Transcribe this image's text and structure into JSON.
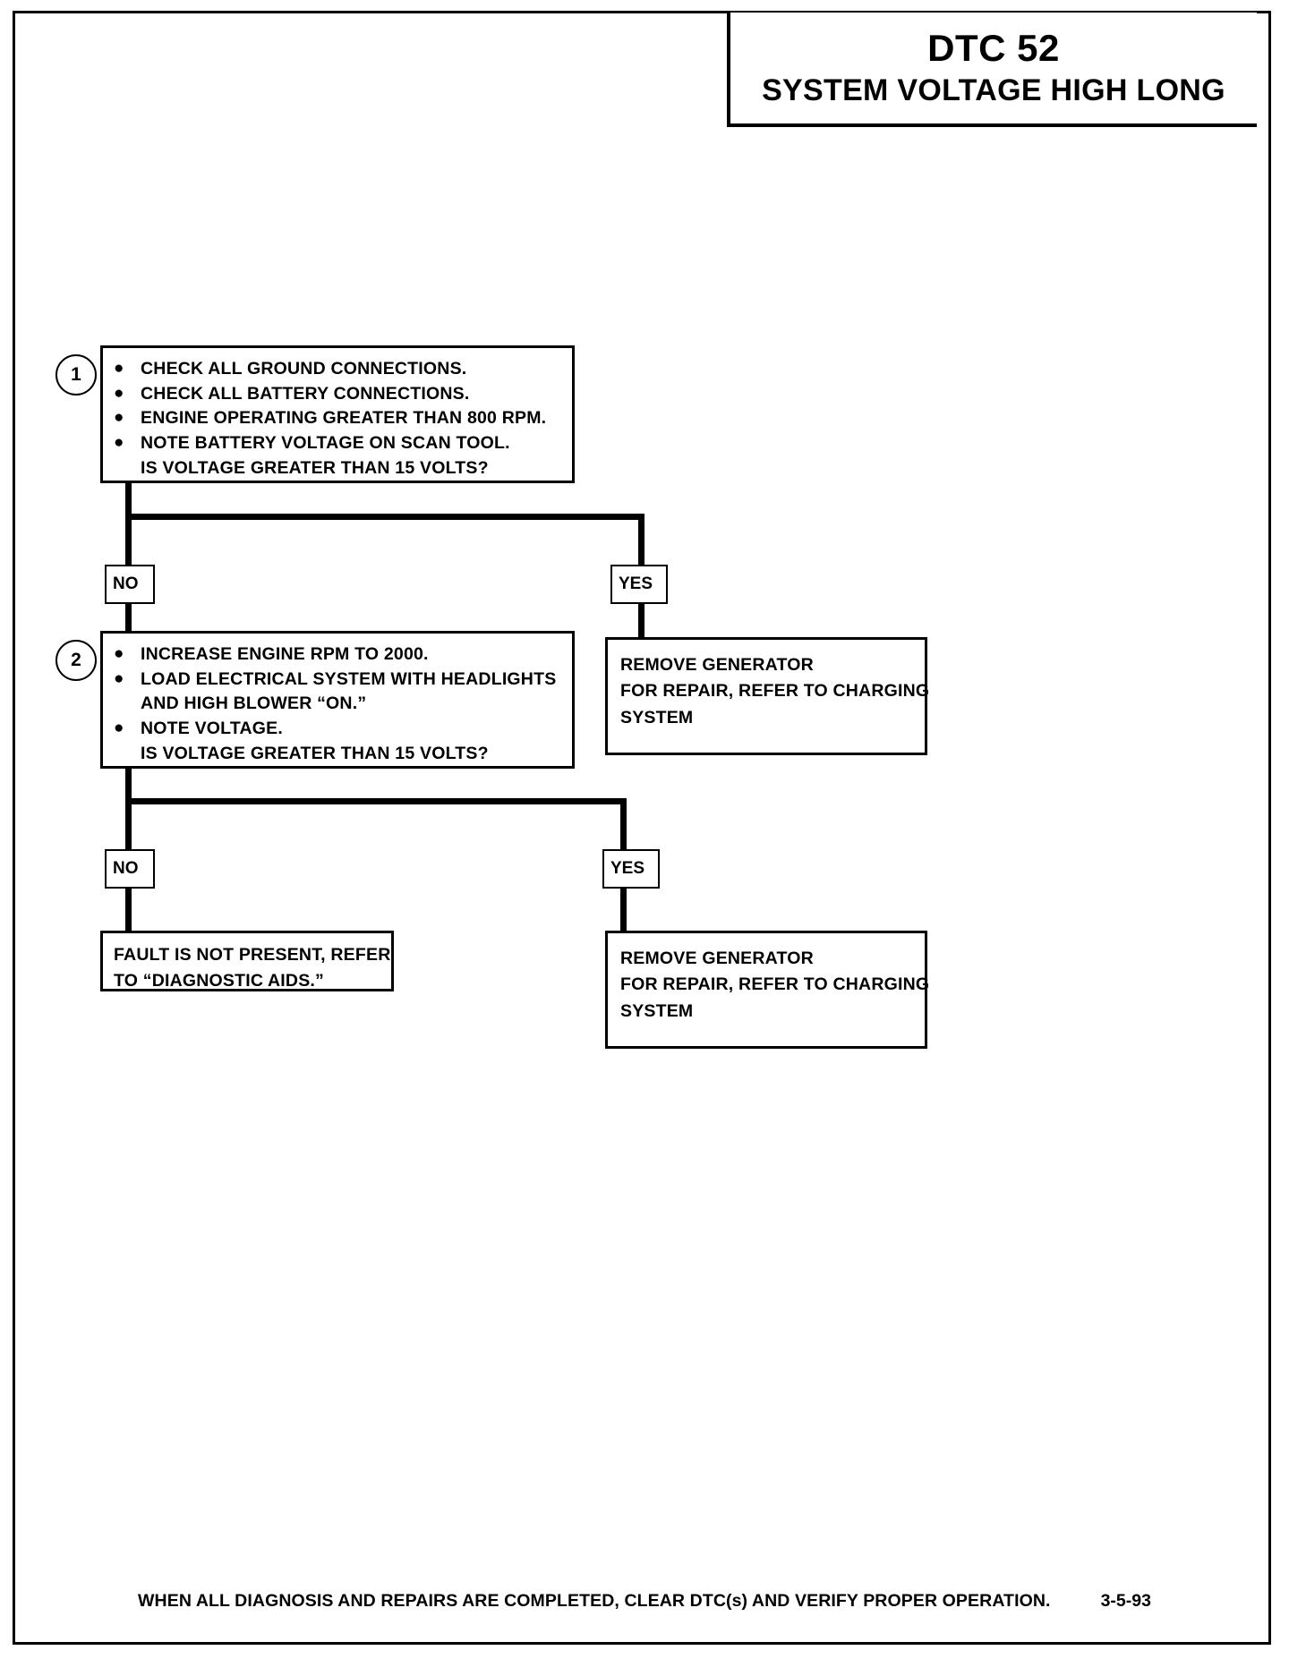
{
  "document": {
    "header": {
      "dtc_code": "DTC 52",
      "dtc_title": "SYSTEM VOLTAGE HIGH LONG"
    },
    "footer": {
      "note": "WHEN ALL DIAGNOSIS AND REPAIRS ARE COMPLETED, CLEAR DTC(s) AND VERIFY PROPER OPERATION.",
      "date": "3-5-93"
    }
  },
  "flow": {
    "step1": {
      "number": "1",
      "bullets": [
        "CHECK ALL GROUND CONNECTIONS.",
        "CHECK ALL BATTERY CONNECTIONS.",
        "ENGINE OPERATING GREATER THAN 800 RPM.",
        "NOTE BATTERY VOLTAGE ON SCAN TOOL."
      ],
      "question": "IS VOLTAGE GREATER THAN 15 VOLTS?"
    },
    "step1_branches": {
      "no_label": "NO",
      "yes_label": "YES"
    },
    "step2": {
      "number": "2",
      "bullets": [
        "INCREASE ENGINE RPM TO 2000.",
        "LOAD ELECTRICAL SYSTEM WITH HEADLIGHTS",
        "NOTE VOLTAGE."
      ],
      "bullet2_continuation": "AND HIGH BLOWER “ON.”",
      "question": "IS VOLTAGE GREATER THAN 15 VOLTS?"
    },
    "step2_branches": {
      "no_label": "NO",
      "yes_label": "YES"
    },
    "result_yes_top": {
      "lines": [
        "REMOVE GENERATOR",
        "FOR REPAIR, REFER TO CHARGING",
        "SYSTEM"
      ]
    },
    "result_yes_bottom": {
      "lines": [
        "REMOVE GENERATOR",
        "FOR REPAIR, REFER TO CHARGING",
        "SYSTEM"
      ]
    },
    "result_no_bottom": {
      "lines": [
        "FAULT IS NOT PRESENT, REFER",
        "TO “DIAGNOSTIC AIDS.”"
      ]
    }
  },
  "colors": {
    "ink": "#000000",
    "paper": "#ffffff"
  }
}
